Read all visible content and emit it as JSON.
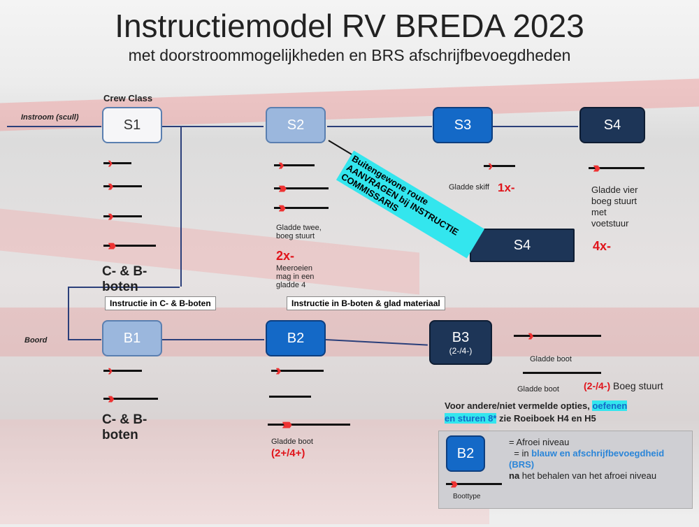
{
  "title": "Instructiemodel RV BREDA 2023",
  "subtitle": "met doorstroommogelijkheden en BRS afschrijfbevoegdheden",
  "crew_class": "Crew Class",
  "instroom": "Instroom (scull)",
  "boord": "Boord",
  "boxes": {
    "s1": "S1",
    "s2": "S2",
    "s3": "S3",
    "s4": "S4",
    "s4b": "S4",
    "b1": "B1",
    "b2": "B2",
    "b3": "B3",
    "b3_sub": "(2-/4-)"
  },
  "s1_label": "C- & B-boten",
  "b1_label": "C- & B-boten",
  "s2_desc": "Gladde twee, boeg stuurt",
  "s2_count": "2x-",
  "s2_note": "Meeroeien mag in een gladde 4",
  "s3_desc": "Gladde skiff",
  "s3_count": "1x-",
  "s4_desc": "Gladde vier boeg stuurt met voetstuur",
  "s4_count": "4x-",
  "special_route": "Buitengewone route AANVRAGEN bij INSTRUCTIE COMMISSARIS",
  "instr_cb": "Instructie in C- & B-boten",
  "instr_b": "Instructie in B-boten & glad materiaal",
  "b2_desc": "Gladde boot",
  "b2_count": "(2+/4+)",
  "b3_boat1": "Gladde boot",
  "b3_boat2": "Gladde boot",
  "b3_count": "(2-/4-)",
  "b3_note": "Boeg stuurt",
  "other_pre": "Voor andere/niet vermelde opties,",
  "other_hl1": "oefenen",
  "other_hl2": "en sturen 8*",
  "other_post": "zie Roeiboek H4 en H5",
  "legend": {
    "box": "B2",
    "line1": "= Afroei niveau",
    "line2": "= in",
    "line2_blue": "blauw en afschrijfbevoegdheid (BRS)",
    "line3_bold": "na",
    "line3": "het behalen van het afroei niveau",
    "boottype": "Boottype"
  },
  "colors": {
    "accent": "#1469c7",
    "highlight": "#33e6ee",
    "red": "#e0141b"
  }
}
